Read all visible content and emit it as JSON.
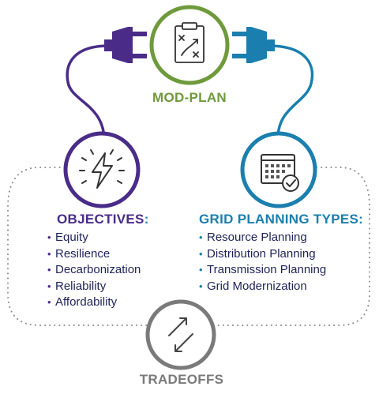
{
  "center": {
    "label": "MOD-PLAN",
    "icon": "clipboard-strategy-icon",
    "color": "#6f9a3c"
  },
  "objectives": {
    "title": "OBJECTIVES",
    "title_suffix": ":",
    "icon": "lightning-bolt-icon",
    "color": "#4a2c88",
    "items": [
      "Equity",
      "Resilience",
      "Decarbonization",
      "Reliability",
      "Affordability"
    ]
  },
  "grid_planning": {
    "title": "GRID PLANNING TYPES",
    "title_suffix": ":",
    "icon": "calendar-check-icon",
    "color": "#1a7fae",
    "items": [
      "Resource Planning",
      "Distribution Planning",
      "Transmission Planning",
      "Grid Modernization"
    ]
  },
  "tradeoffs": {
    "label": "TRADEOFFS",
    "icon": "swap-arrows-icon",
    "color": "#7a7a7a"
  },
  "colors": {
    "purple": "#4a2c88",
    "blue": "#1a7fae",
    "green": "#6f9a3c",
    "gray": "#7a7a7a",
    "text": "#1f2357"
  }
}
